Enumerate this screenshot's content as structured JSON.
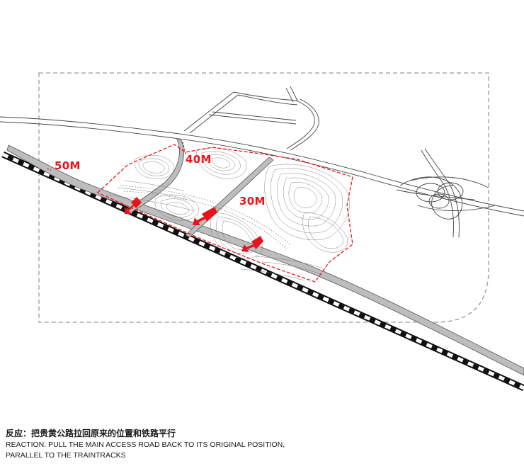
{
  "labels": {
    "setback_50": "50M",
    "setback_40": "40M",
    "setback_30": "30M"
  },
  "caption": {
    "chinese": "反应：把贵黄公路拉回原来的位置和铁路平行",
    "english_line1": "REACTION: PULL THE MAIN ACCESS ROAD BACK TO ITS ORIGINAL POSITION,",
    "english_line2": "PARALLEL TO THE TRAINTRACKS"
  },
  "colors": {
    "accent_red": "#e8141b",
    "road_grey": "#bdbdbd",
    "line_dark": "#555555",
    "dashed_boundary": "#9a9a9a"
  }
}
